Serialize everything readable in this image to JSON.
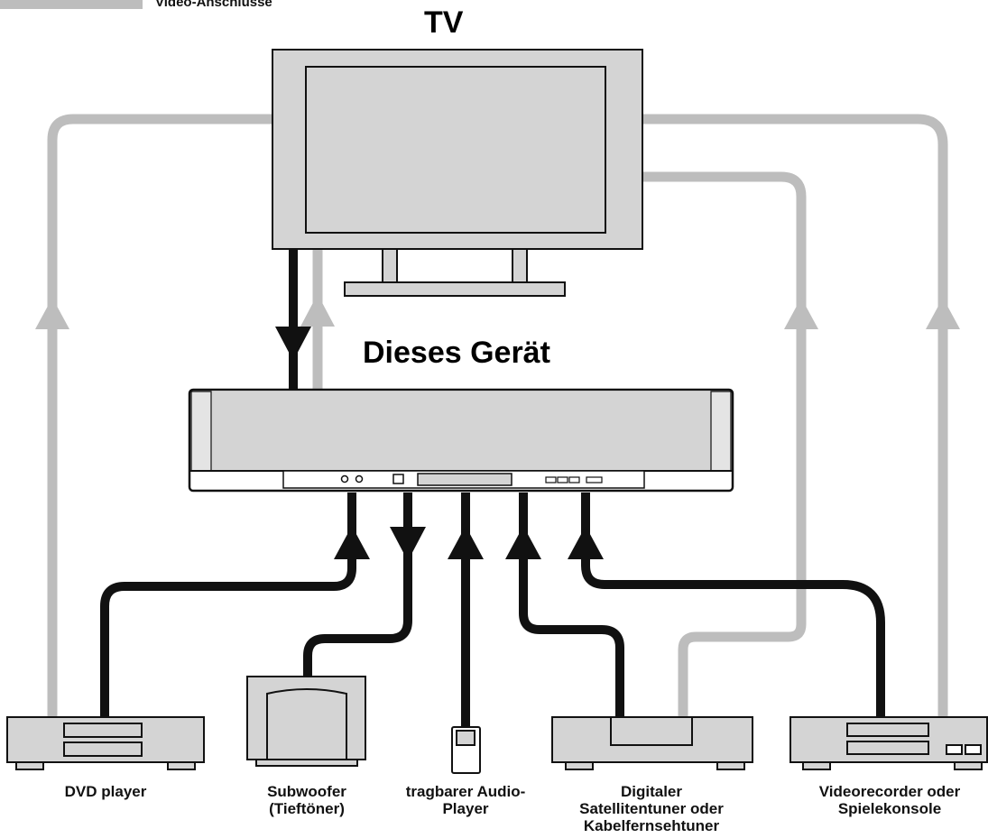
{
  "legend": {
    "video_label": "Video-Anschlüsse",
    "video_color": "#bdbdbd"
  },
  "tv": {
    "title": "TV"
  },
  "unit": {
    "title": "Dieses Gerät"
  },
  "devices": {
    "dvd": "DVD player",
    "subwoofer_line1": "Subwoofer",
    "subwoofer_line2": "(Tieftöner)",
    "audio_player_line1": "tragbarer Audio-",
    "audio_player_line2": "Player",
    "satellite_line1": "Digitaler",
    "satellite_line2": "Satellitentuner oder",
    "satellite_line3": "Kabelfernsehtuner",
    "vcr_line1": "Videorecorder oder",
    "vcr_line2": "Spielekonsole"
  },
  "colors": {
    "audio_cable": "#111111",
    "video_cable": "#bdbdbd",
    "device_fill": "#d4d4d4",
    "outline": "#111111"
  }
}
